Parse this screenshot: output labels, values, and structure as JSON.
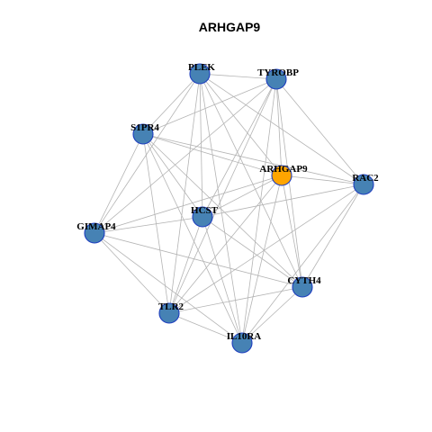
{
  "title": "ARHGAP9",
  "colors": {
    "hub": "#FFA500",
    "node": "#4682B4",
    "node_border": "#1F3FBF",
    "edge": "#B4B4B4"
  },
  "nodes": [
    {
      "id": "PLEK",
      "label": "PLEK",
      "hub": false
    },
    {
      "id": "TYROBP",
      "label": "TYROBP",
      "hub": false
    },
    {
      "id": "S1PR4",
      "label": "S1PR4",
      "hub": false
    },
    {
      "id": "ARHGAP9",
      "label": "ARHGAP9",
      "hub": true
    },
    {
      "id": "RAC2",
      "label": "RAC2",
      "hub": false
    },
    {
      "id": "HCST",
      "label": "HCST",
      "hub": false
    },
    {
      "id": "GIMAP4",
      "label": "GIMAP4",
      "hub": false
    },
    {
      "id": "CYTH4",
      "label": "CYTH4",
      "hub": false
    },
    {
      "id": "TLR2",
      "label": "TLR2",
      "hub": false
    },
    {
      "id": "IL10RA",
      "label": "IL10RA",
      "hub": false
    }
  ],
  "edges": [
    [
      "PLEK",
      "TYROBP"
    ],
    [
      "PLEK",
      "S1PR4"
    ],
    [
      "PLEK",
      "ARHGAP9"
    ],
    [
      "PLEK",
      "RAC2"
    ],
    [
      "PLEK",
      "HCST"
    ],
    [
      "PLEK",
      "CYTH4"
    ],
    [
      "PLEK",
      "TLR2"
    ],
    [
      "PLEK",
      "IL10RA"
    ],
    [
      "PLEK",
      "GIMAP4"
    ],
    [
      "TYROBP",
      "S1PR4"
    ],
    [
      "TYROBP",
      "ARHGAP9"
    ],
    [
      "TYROBP",
      "RAC2"
    ],
    [
      "TYROBP",
      "HCST"
    ],
    [
      "TYROBP",
      "CYTH4"
    ],
    [
      "TYROBP",
      "TLR2"
    ],
    [
      "TYROBP",
      "IL10RA"
    ],
    [
      "TYROBP",
      "GIMAP4"
    ],
    [
      "S1PR4",
      "ARHGAP9"
    ],
    [
      "S1PR4",
      "RAC2"
    ],
    [
      "S1PR4",
      "HCST"
    ],
    [
      "S1PR4",
      "GIMAP4"
    ],
    [
      "S1PR4",
      "CYTH4"
    ],
    [
      "S1PR4",
      "TLR2"
    ],
    [
      "S1PR4",
      "IL10RA"
    ],
    [
      "ARHGAP9",
      "RAC2"
    ],
    [
      "ARHGAP9",
      "HCST"
    ],
    [
      "ARHGAP9",
      "GIMAP4"
    ],
    [
      "ARHGAP9",
      "CYTH4"
    ],
    [
      "ARHGAP9",
      "TLR2"
    ],
    [
      "ARHGAP9",
      "IL10RA"
    ],
    [
      "RAC2",
      "CYTH4"
    ],
    [
      "RAC2",
      "TLR2"
    ],
    [
      "RAC2",
      "IL10RA"
    ],
    [
      "RAC2",
      "HCST"
    ],
    [
      "HCST",
      "GIMAP4"
    ],
    [
      "HCST",
      "CYTH4"
    ],
    [
      "HCST",
      "TLR2"
    ],
    [
      "HCST",
      "IL10RA"
    ],
    [
      "GIMAP4",
      "TLR2"
    ],
    [
      "GIMAP4",
      "IL10RA"
    ],
    [
      "GIMAP4",
      "CYTH4"
    ],
    [
      "CYTH4",
      "TLR2"
    ],
    [
      "CYTH4",
      "IL10RA"
    ],
    [
      "TLR2",
      "IL10RA"
    ]
  ]
}
